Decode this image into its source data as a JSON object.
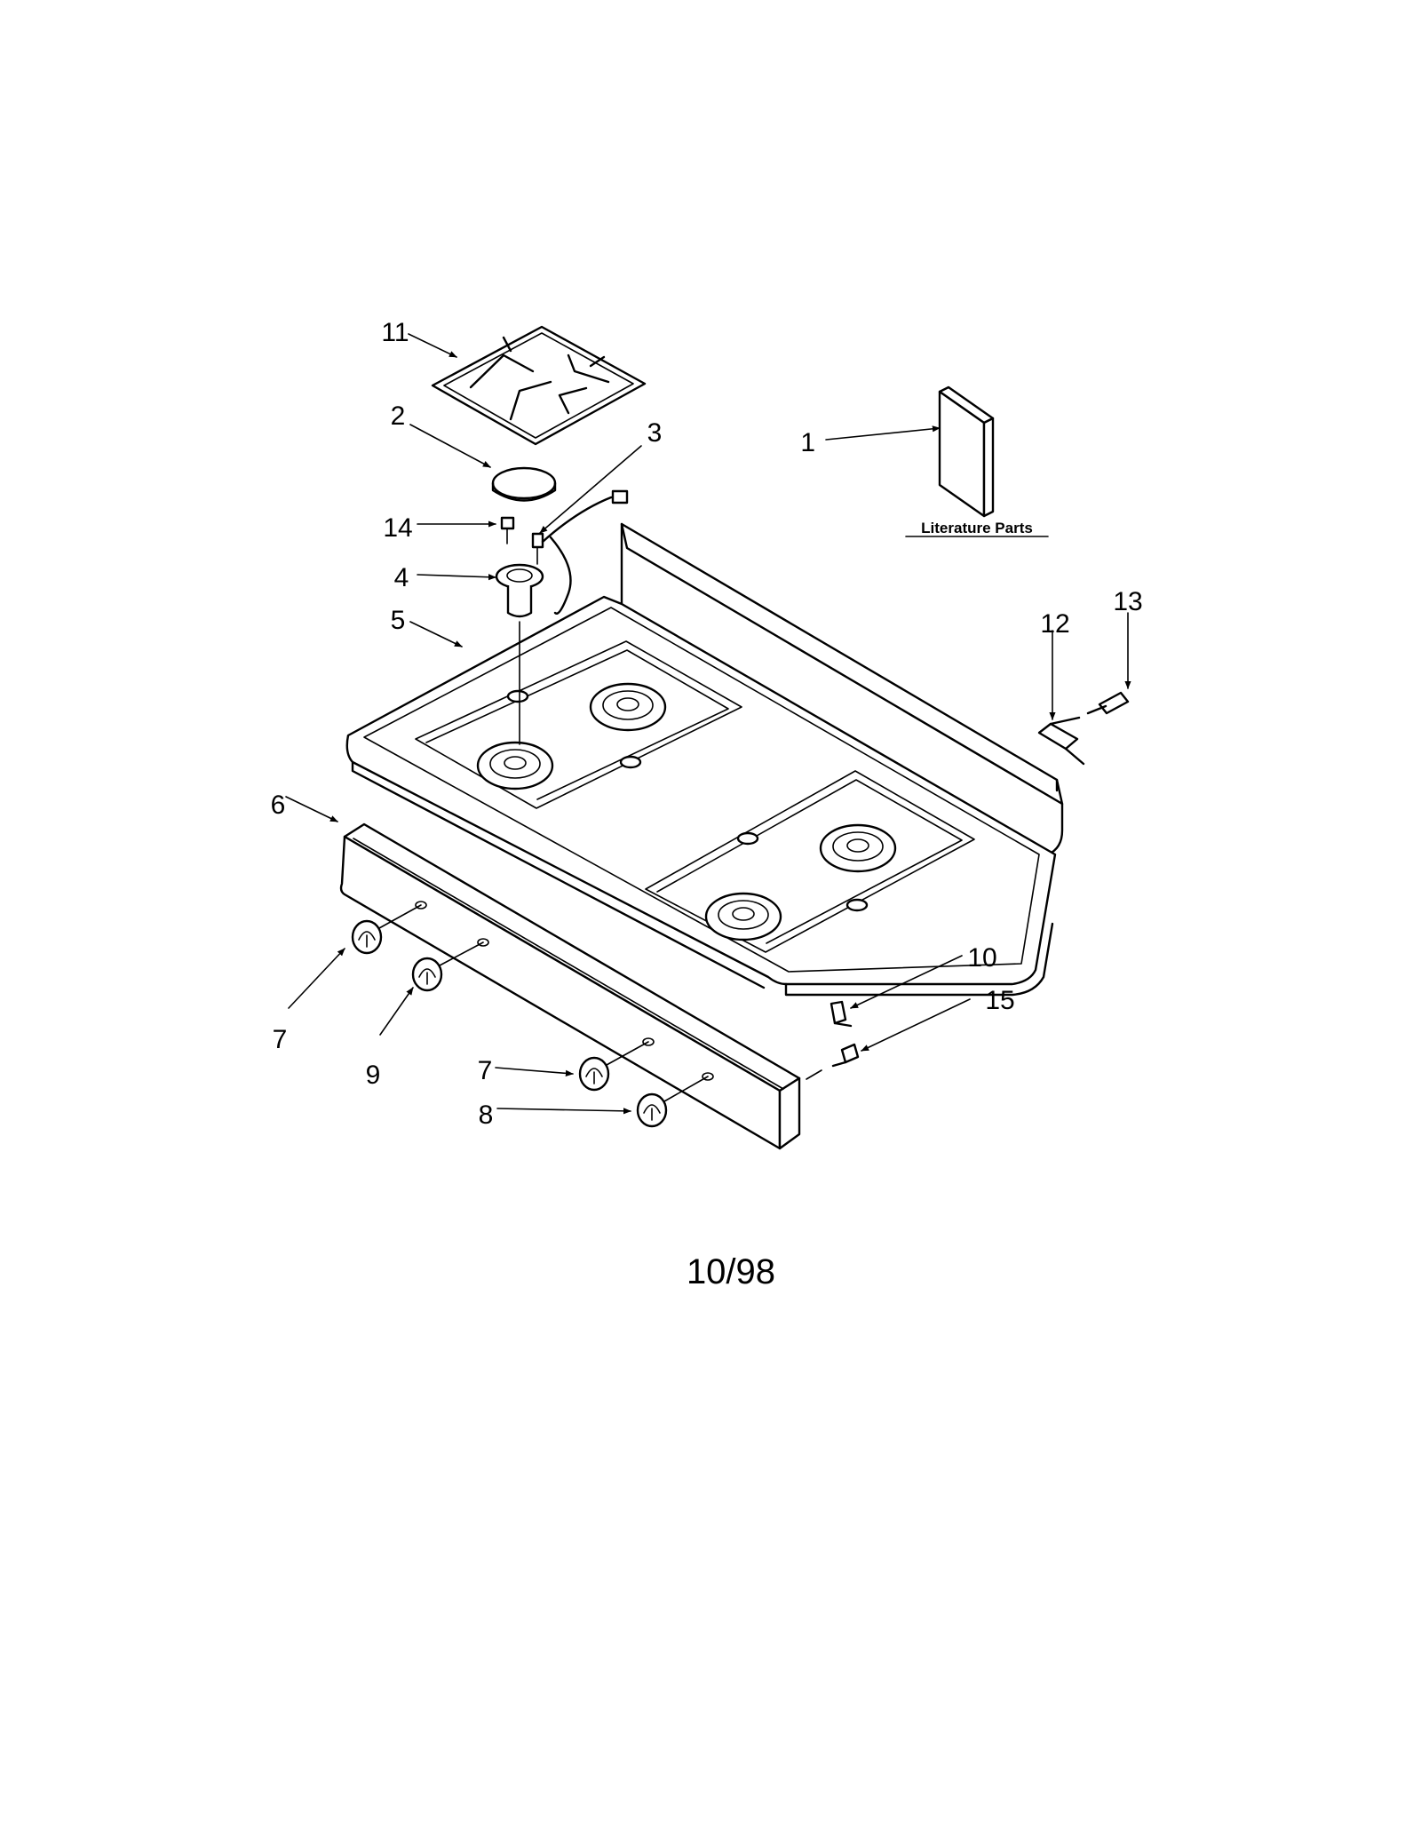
{
  "diagram": {
    "literature_label": "Literature Parts",
    "footer_code": "10/98",
    "callouts": [
      "1",
      "2",
      "3",
      "4",
      "5",
      "6",
      "7",
      "8",
      "9",
      "10",
      "11",
      "12",
      "13",
      "14",
      "15",
      "7"
    ]
  }
}
